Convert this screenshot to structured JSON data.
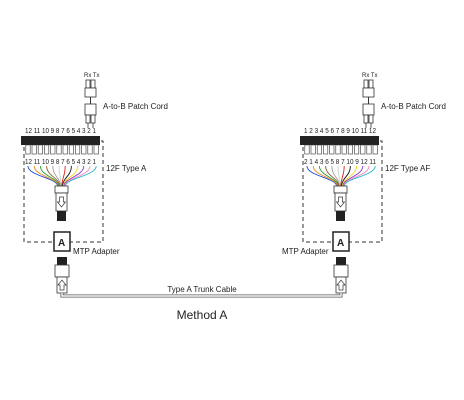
{
  "title": "Method A",
  "trunk_label": "Type A Trunk Cable",
  "left": {
    "patch_label": "A-to-B Patch Cord",
    "rx_tx": "Rx Tx",
    "cassette_label": "12F Type A",
    "top_numbers": "12 11 10 9 8 7 6 5 4 3 2 1",
    "bottom_numbers": "12 11 10 9 8 7 6 5 4 3 2 1",
    "adapter_letter": "A",
    "adapter_label": "MTP Adapter"
  },
  "right": {
    "patch_label": "A-to-B Patch Cord",
    "rx_tx": "Rx Tx",
    "cassette_label": "12F Type AF",
    "top_numbers": "1 2 3 4 5 6 7 8 9 10 11 12",
    "bottom_numbers": "2 1 4 3 6 5 8 7 10 9 12 11",
    "adapter_letter": "A",
    "adapter_label": "MTP Adapter"
  },
  "fiber_colors": [
    "#1f4fd6",
    "#f08a1a",
    "#2e9a3a",
    "#8a5a2b",
    "#9a9a9a",
    "#ffffff",
    "#d6231f",
    "#111111",
    "#f2d21a",
    "#8b3fc4",
    "#f28bc0",
    "#28b7c8"
  ]
}
